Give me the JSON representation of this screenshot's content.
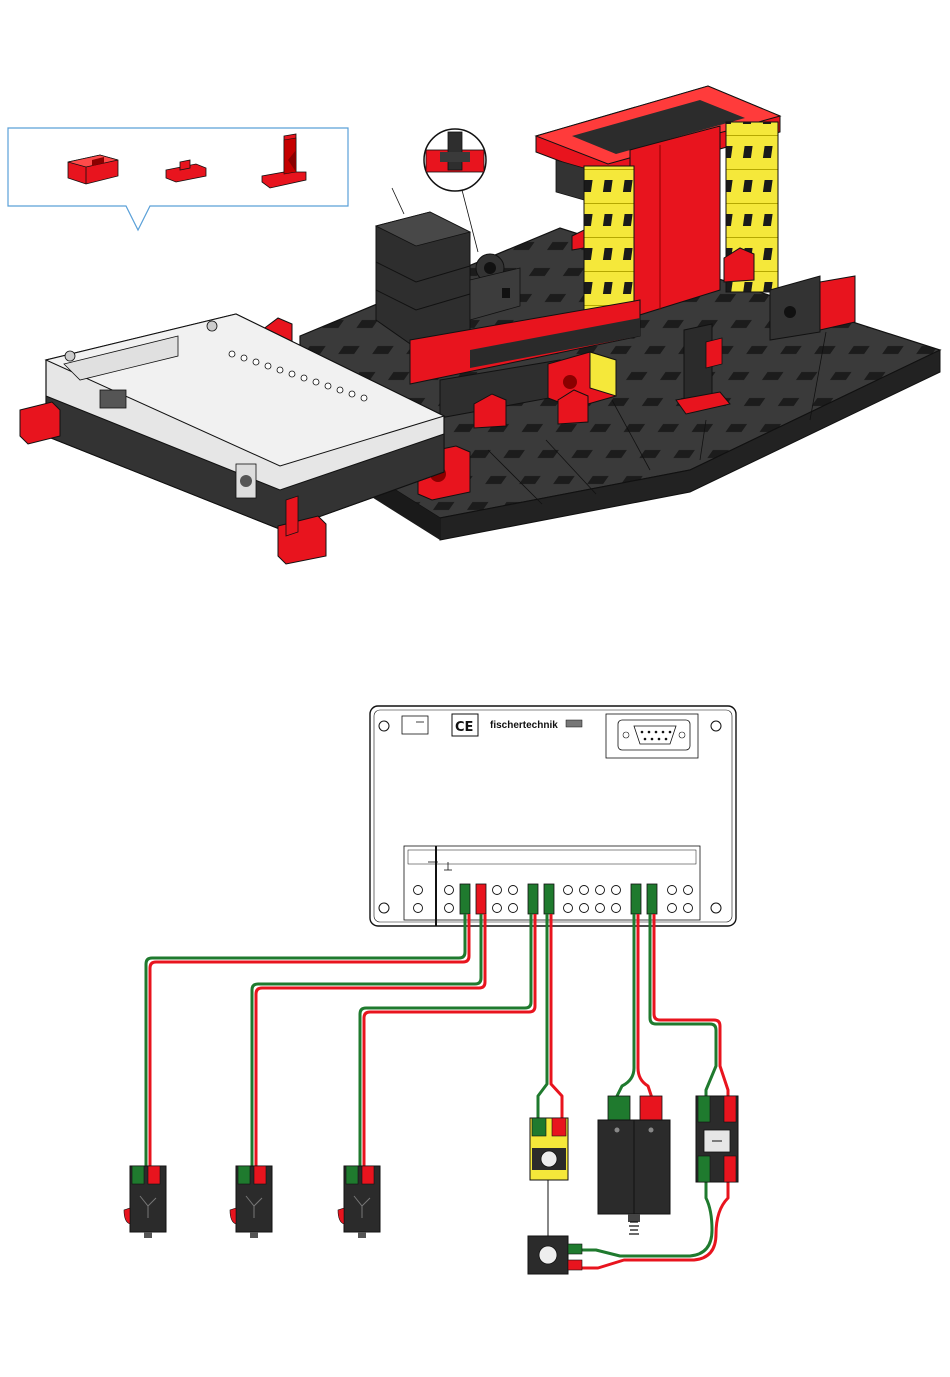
{
  "controller": {
    "brand_text": "fischertechnik",
    "ce_mark": "CE"
  },
  "callout": {
    "parts": [
      "building-block-15-red",
      "building-block-5-red",
      "angle-bracket-red"
    ]
  },
  "colors": {
    "red": "#e8141e",
    "black": "#2b2b2b",
    "yellow": "#f5e83a",
    "green": "#1f7a2e",
    "interface_grey": "#e6e6e6",
    "callout_border": "#5aa0d8"
  },
  "icons": [
    "serial-port-icon",
    "ce-mark-icon",
    "ground-symbol-icon",
    "mounting-screw-icon"
  ]
}
